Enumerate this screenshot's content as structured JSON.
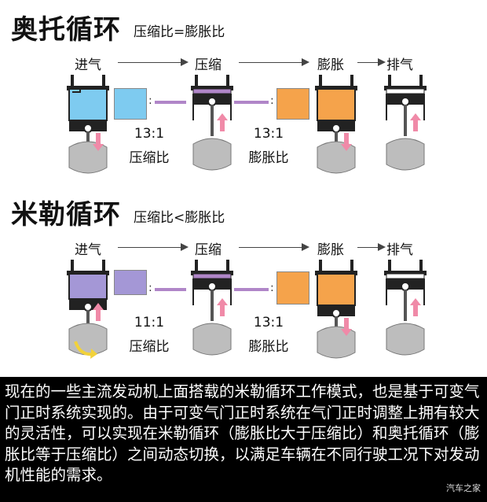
{
  "otto": {
    "title": "奥托循环",
    "subtitle": "压缩比=膨胀比",
    "stages": [
      "进气",
      "压缩",
      "膨胀",
      "排气"
    ],
    "compression_ratio": "13:1",
    "compression_label": "压缩比",
    "expansion_ratio": "13:1",
    "expansion_label": "膨胀比"
  },
  "miller": {
    "title": "米勒循环",
    "subtitle": "压缩比<膨胀比",
    "stages": [
      "进气",
      "压缩",
      "膨胀",
      "排气"
    ],
    "compression_ratio": "11:1",
    "compression_label": "压缩比",
    "expansion_ratio": "13:1",
    "expansion_label": "膨胀比"
  },
  "footer_text": "现在的一些主流发动机上面搭载的米勒循环工作模式，也是基于可变气门正时系统实现的。由于可变气门正时系统在气门正时调整上拥有较大的灵活性，可以实现在米勒循环（膨胀比大于压缩比）和奥托循环（膨胀比等于压缩比）之间动态切换，以满足车辆在不同行驶工况下对发动机性能的需求。",
  "watermark": "汽车之家",
  "colors": {
    "intake_otto": "#7ecbf0",
    "intake_miller": "#a497d6",
    "compression_bar": "#b086c8",
    "expansion": "#f5a34b",
    "piston": "#222222",
    "crank": "#bdbdbd",
    "arrow_pink": "#f08aa8",
    "arrow_yellow": "#f2d23a"
  }
}
